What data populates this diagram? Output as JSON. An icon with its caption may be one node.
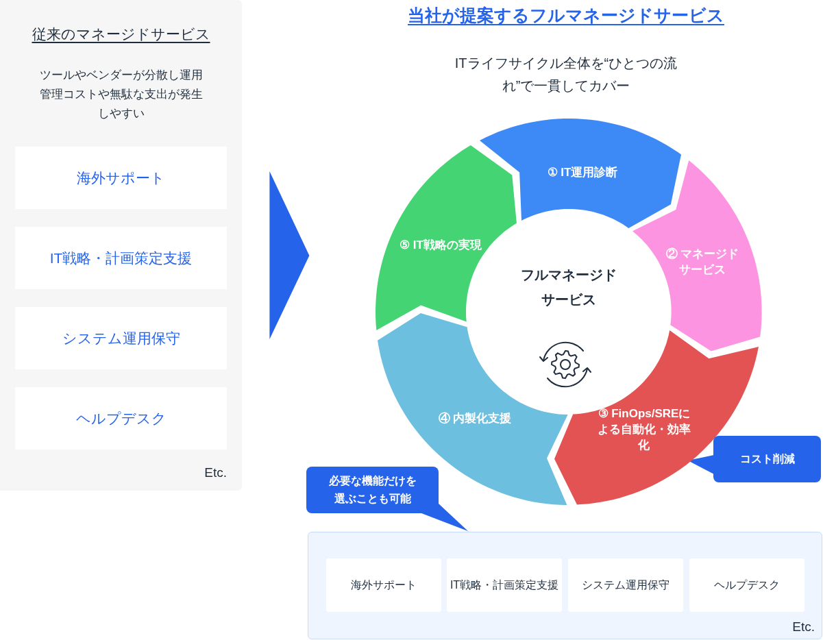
{
  "diagram": {
    "title": "当社が提案するフルマネージドサービス",
    "nodes": [
      {
        "text": [
          "従来のマネージドサービス",
          "ツールやベンダーが分散し運用管理コストや無駄な支出が発生しやすい",
          "Etc."
        ]
      },
      {
        "text": [
          "海外サポート"
        ],
        "in": 0
      },
      {
        "text": [
          "IT戦略・計画策定支援"
        ],
        "in": 0
      },
      {
        "text": [
          "システム運用保守"
        ],
        "in": 0
      },
      {
        "text": [
          "ヘルプデスク"
        ],
        "in": 0
      },
      {
        "text": [
          "① IT運用診断"
        ]
      },
      {
        "text": [
          "② マネージドサービス"
        ]
      },
      {
        "text": [
          "③ FinOps/SREによる自動化・効率化"
        ]
      },
      {
        "text": [
          "④ 内製化支援"
        ]
      },
      {
        "text": [
          "⑤ IT戦略の実現"
        ]
      },
      {
        "text": [
          "フルマネージドサービス"
        ]
      },
      {
        "text": [
          "コスト削減"
        ]
      },
      {
        "text": [
          "必要な機能だけを選ぶことも可能"
        ]
      },
      {
        "text": [
          "Etc."
        ]
      },
      {
        "text": [
          "海外サポート"
        ],
        "in": 13
      },
      {
        "text": [
          "IT戦略・計画策定支援"
        ],
        "in": 13
      },
      {
        "text": [
          "システム運用保守"
        ],
        "in": 13
      },
      {
        "text": [
          "ヘルプデスク"
        ],
        "in": 13
      }
    ],
    "edges": [
      {
        "from": 0,
        "to": 9,
        "arrow": "to"
      },
      {
        "from": 11,
        "to": 7,
        "arrow": "to"
      },
      {
        "from": 12,
        "to": 13,
        "arrow": "none"
      }
    ],
    "labels": [
      "ITライフサイクル全体を“ひとつの流れ”で一貫してカバー"
    ]
  }
}
